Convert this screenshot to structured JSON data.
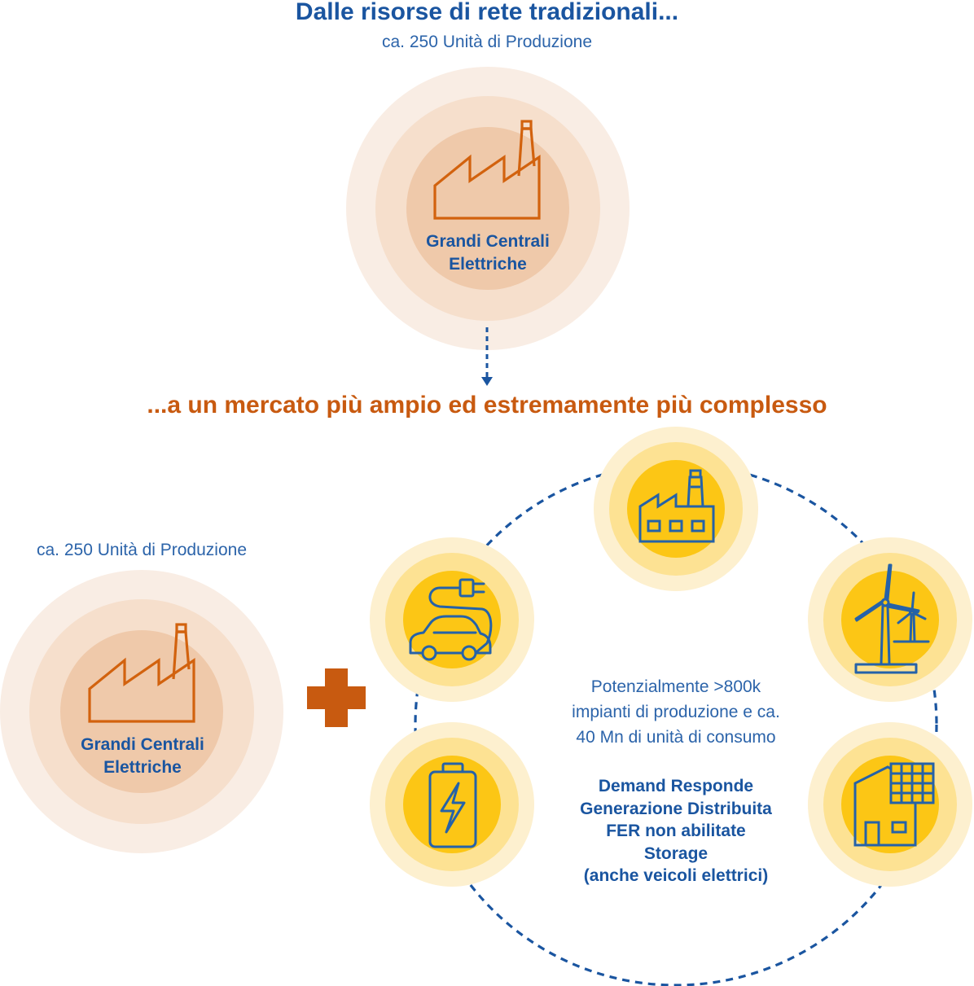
{
  "header": {
    "title": "Dalle risorse di rete tradizionali...",
    "subtitle": "ca. 250 Unità di Produzione"
  },
  "transition": {
    "title": "...a un mercato più ampio ed estremamente più complesso"
  },
  "traditional": {
    "label_line1": "Grandi Centrali",
    "label_line2": "Elettriche",
    "icon": "factory-icon"
  },
  "left_block": {
    "subtitle": "ca. 250 Unità di Produzione",
    "label_line1": "Grandi Centrali",
    "label_line2": "Elettriche",
    "icon": "factory-icon"
  },
  "plus": {
    "icon": "plus-icon"
  },
  "distributed": {
    "description": [
      "Potenzialmente >800k",
      "impianti di produzione e ca.",
      "40 Mn di unità di consumo"
    ],
    "categories": [
      "Demand Responde",
      "Generazione Distribuita",
      "FER non abilitate",
      "Storage",
      "(anche veicoli elettrici)"
    ],
    "nodes": [
      {
        "icon": "industrial-plant-icon"
      },
      {
        "icon": "wind-turbine-icon"
      },
      {
        "icon": "solar-house-icon"
      },
      {
        "icon": "battery-icon"
      },
      {
        "icon": "electric-car-icon"
      }
    ]
  },
  "colors": {
    "blue_dark": "#1a55a0",
    "blue_text": "#2c64aa",
    "orange": "#c85a10",
    "orange_icon": "#d2620e",
    "peach_outer": "#f9ede4",
    "peach_mid": "#f6dfcc",
    "peach_inner": "#efc9aa",
    "yellow_outer": "#fdf0cf",
    "yellow_mid": "#fde293",
    "yellow_inner": "#fcc615",
    "icon_blue": "#2562a8",
    "dashed": "#1a55a0"
  }
}
